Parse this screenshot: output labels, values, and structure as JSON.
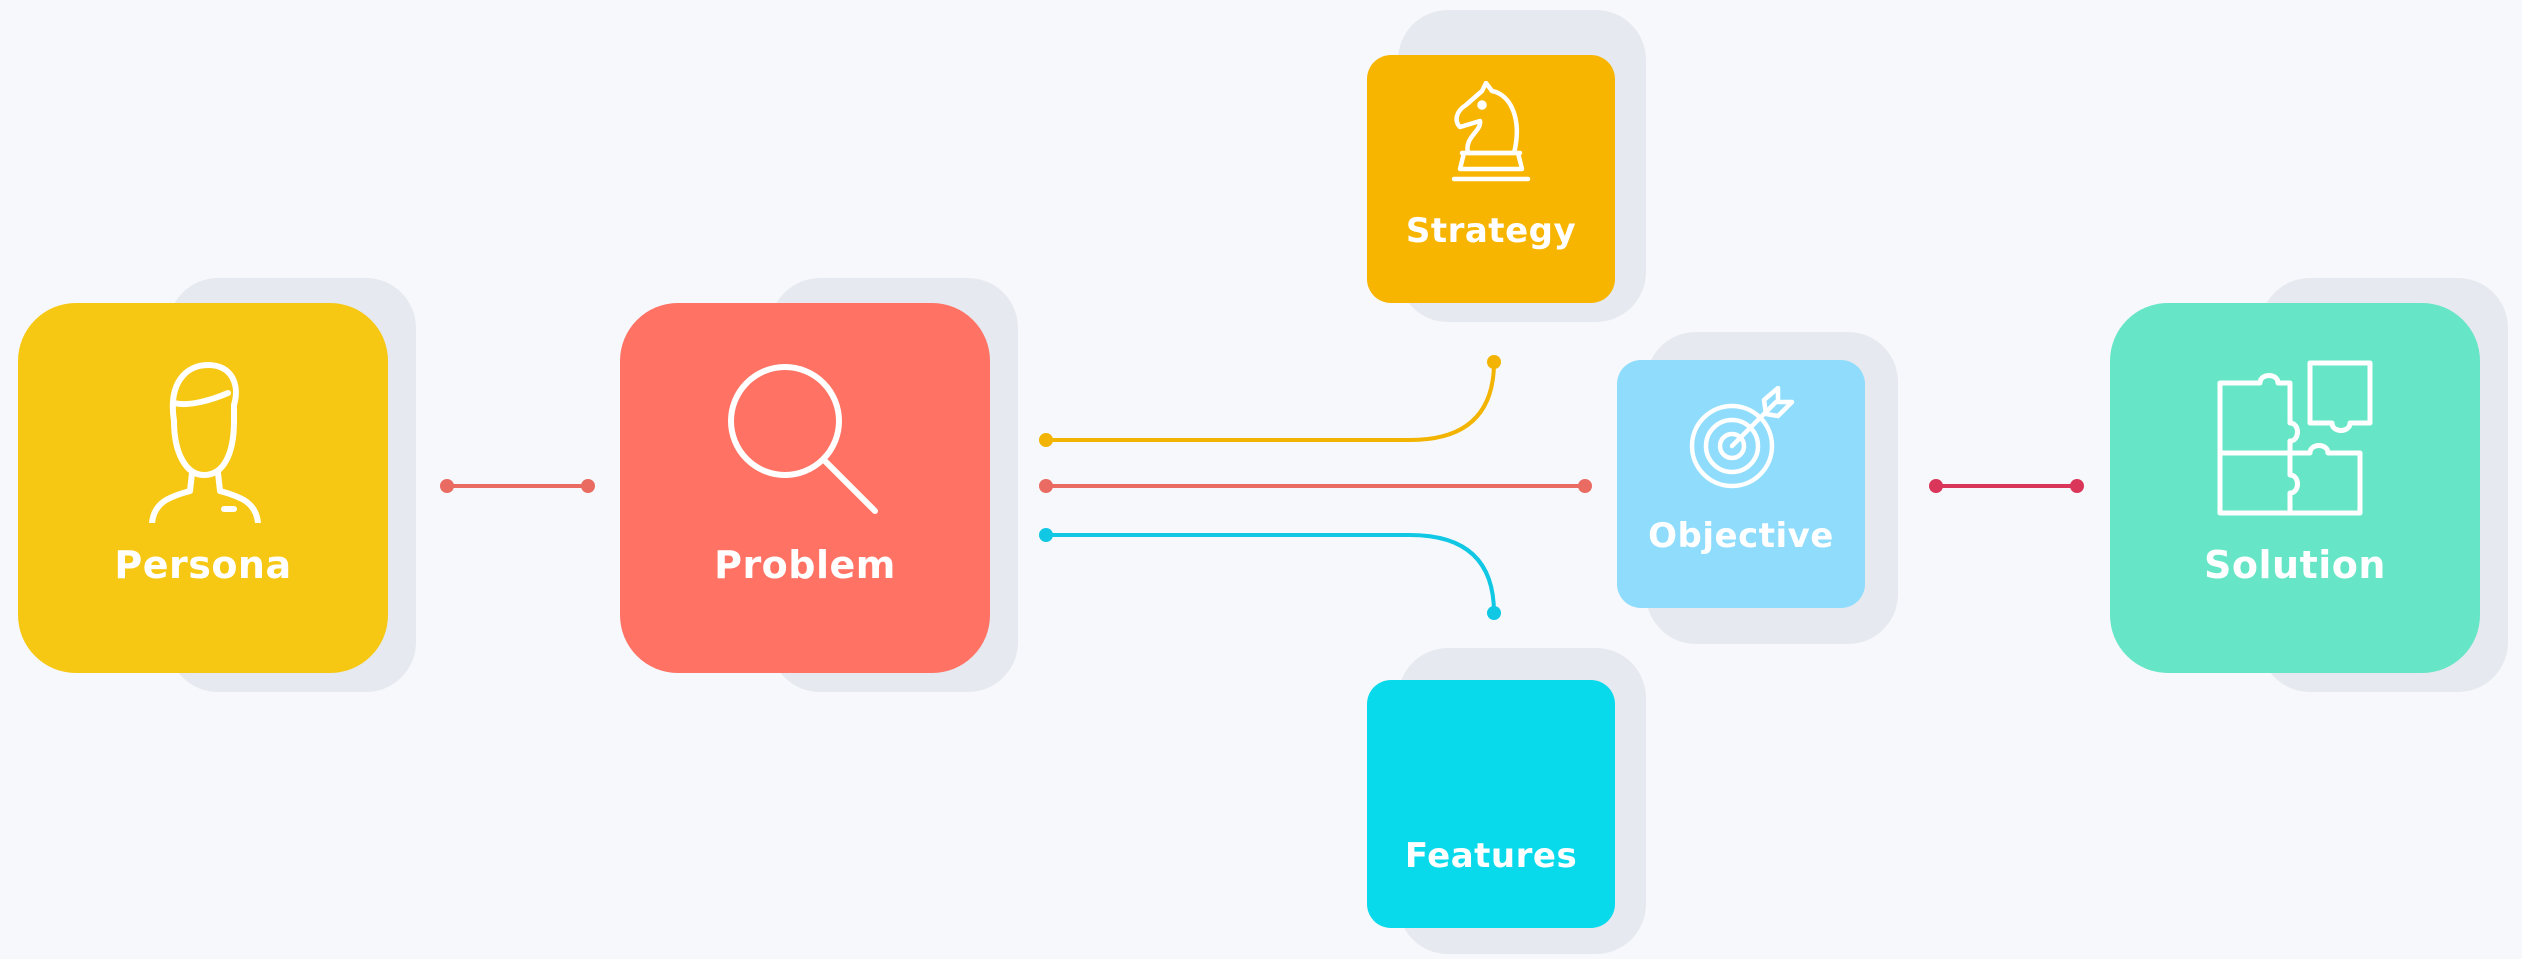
{
  "diagram": {
    "nodes": [
      {
        "id": "persona",
        "label": "Persona",
        "icon": "person-icon",
        "color": "#f6c813"
      },
      {
        "id": "problem",
        "label": "Problem",
        "icon": "magnifier-icon",
        "color": "#ff7264"
      },
      {
        "id": "strategy",
        "label": "Strategy",
        "icon": "chess-knight-icon",
        "color": "#f7b500"
      },
      {
        "id": "objective",
        "label": "Objective",
        "icon": "target-arrow-icon",
        "color": "#8fdcfd"
      },
      {
        "id": "features",
        "label": "Features",
        "icon": "",
        "color": "#08d9eb"
      },
      {
        "id": "solution",
        "label": "Solution",
        "icon": "puzzle-icon",
        "color": "#66e6c6"
      }
    ],
    "connectors": [
      {
        "from": "persona",
        "to": "problem",
        "color": "#ea6b62"
      },
      {
        "from": "problem",
        "to": "strategy",
        "color": "#f2b400"
      },
      {
        "from": "problem",
        "to": "objective",
        "color": "#ea6b62"
      },
      {
        "from": "problem",
        "to": "features",
        "color": "#10c7e4"
      },
      {
        "from": "objective",
        "to": "solution",
        "color": "#d9365a"
      }
    ]
  }
}
